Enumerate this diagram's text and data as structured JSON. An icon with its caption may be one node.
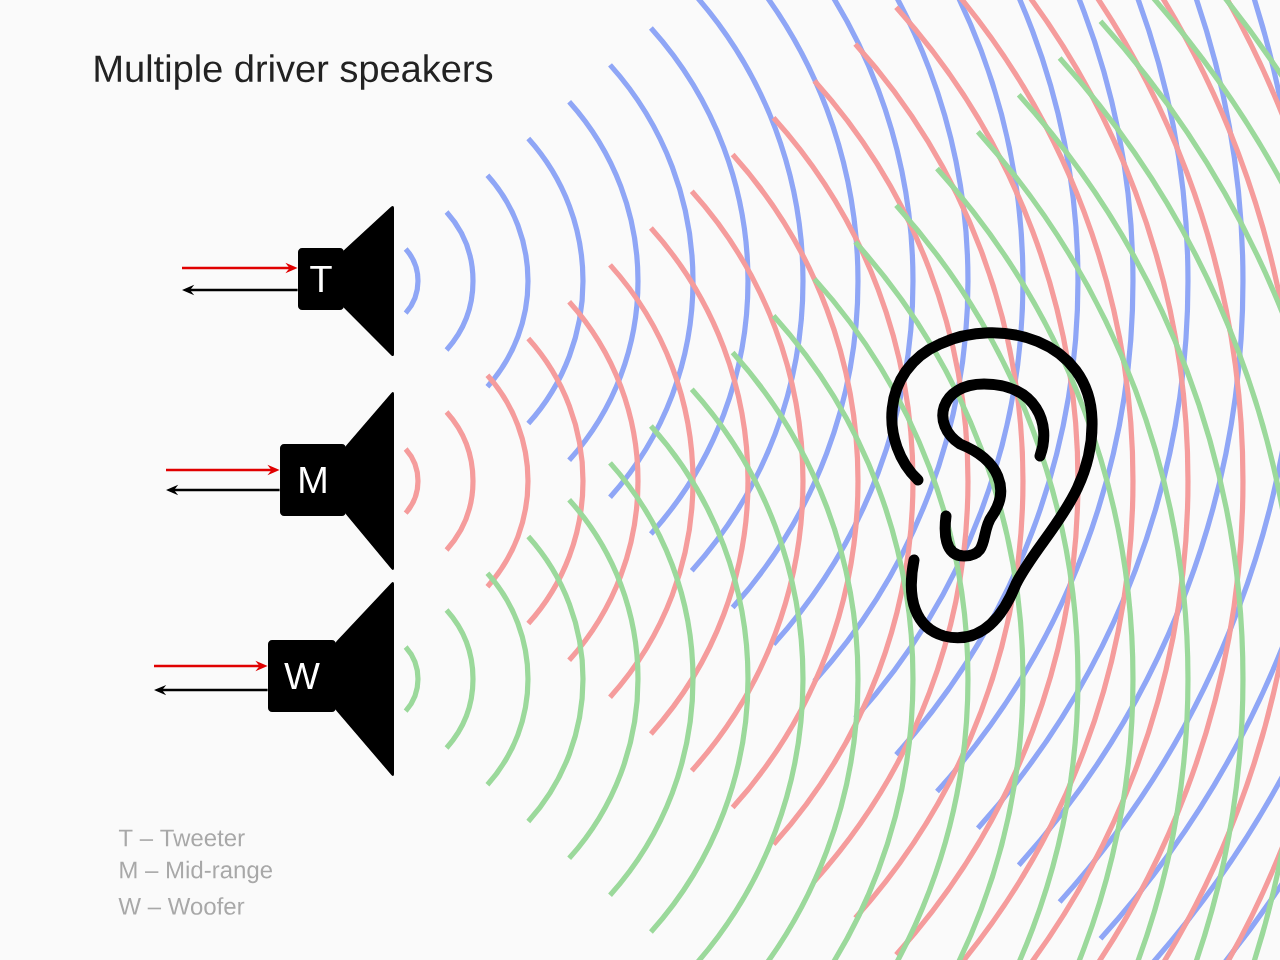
{
  "diagram": {
    "title": "Multiple driver speakers",
    "nodes": [
      {
        "text": [
          "T"
        ]
      },
      {
        "text": [
          "M"
        ]
      },
      {
        "text": [
          "W"
        ]
      }
    ],
    "edges": [
      {
        "from": null,
        "to": 0,
        "arrow": "to",
        "color": "#e00000"
      },
      {
        "from": 0,
        "to": null,
        "arrow": "to",
        "color": "#000000"
      },
      {
        "from": null,
        "to": 1,
        "arrow": "to",
        "color": "#e00000"
      },
      {
        "from": 1,
        "to": null,
        "arrow": "to",
        "color": "#000000"
      },
      {
        "from": null,
        "to": 2,
        "arrow": "to",
        "color": "#e00000"
      },
      {
        "from": 2,
        "to": null,
        "arrow": "to",
        "color": "#000000"
      }
    ],
    "labels": [
      "T – Tweeter",
      "M – Mid-range",
      "W – Woofer"
    ]
  }
}
